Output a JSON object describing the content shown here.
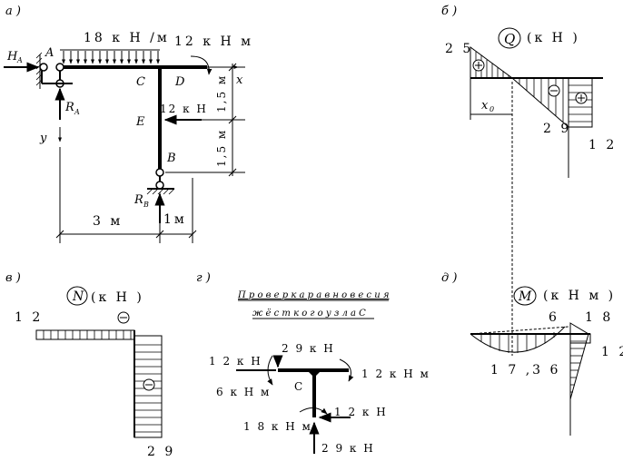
{
  "panels": {
    "a": "а )",
    "b": "б )",
    "v": "в )",
    "g": "г )",
    "d": "д )"
  },
  "scheme": {
    "load_q": "18 к Н /м",
    "moment": "12 к Н м",
    "force_E": "12 к Н",
    "H": "H",
    "H_sub": "A",
    "RA": "R",
    "RA_sub": "A",
    "RB": "R",
    "RB_sub": "B",
    "pt_A": "A",
    "pt_C": "C",
    "pt_D": "D",
    "pt_E": "E",
    "pt_B": "B",
    "axis_x": "x",
    "axis_y": "y",
    "dim_15_top": "1,5 м",
    "dim_15_bot": "1,5 м",
    "dim_3": "3 м",
    "dim_1": "1м"
  },
  "diagram_Q": {
    "title_sym": "Q",
    "unit": "(к Н )",
    "v25": "2 5",
    "v29": "2 9",
    "v12": "1 2",
    "x0": "x",
    "x0_sub": "0"
  },
  "diagram_N": {
    "title_sym": "N",
    "unit": "(к Н )",
    "v12": "1 2",
    "v29": "2 9"
  },
  "check": {
    "title1": "П р о в е р к а   р а в н о в е с и я",
    "title2": "ж ё с т к о г о   у з л а   С",
    "f29_top": "2 9 к Н",
    "f12_left": "1 2 к Н",
    "m6": "6 к Н м",
    "m12": "1 2 к Н м",
    "node_C": "С",
    "f12_right": "1 2 к Н",
    "m18": "1 8 к Н м",
    "f29_bot": "2 9 к Н"
  },
  "diagram_M": {
    "title_sym": "M",
    "unit": "(к Н м )",
    "v6": "6",
    "v18": "1 8",
    "v12": "1 2",
    "v1736": "1 7 ,3 6"
  }
}
